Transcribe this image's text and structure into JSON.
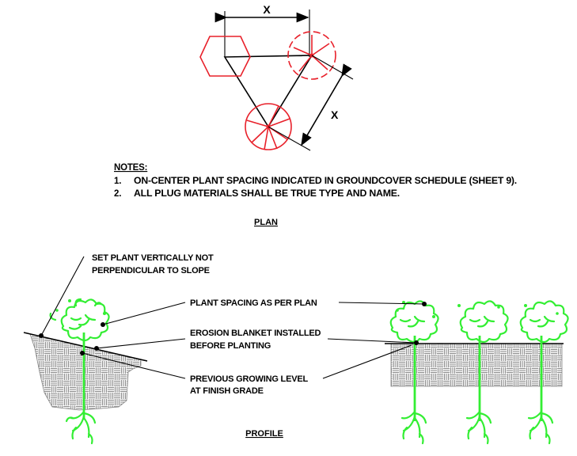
{
  "plan": {
    "dimension_label_top": "X",
    "dimension_label_side": "X",
    "notes_heading": "NOTES:",
    "notes": [
      {
        "num": "1.",
        "text": "ON-CENTER PLANT SPACING INDICATED IN GROUNDCOVER SCHEDULE (SHEET 9)."
      },
      {
        "num": "2.",
        "text": "ALL PLUG MATERIALS SHALL BE TRUE TYPE AND NAME."
      }
    ],
    "title": "PLAN"
  },
  "profile": {
    "callouts": {
      "set_plant_line1": "SET PLANT VERTICALLY NOT",
      "set_plant_line2": "PERPENDICULAR TO SLOPE",
      "spacing": "PLANT SPACING AS PER PLAN",
      "blanket_line1": "EROSION BLANKET INSTALLED",
      "blanket_line2": "BEFORE PLANTING",
      "grade_line1": "PREVIOUS GROWING LEVEL",
      "grade_line2": "AT FINISH GRADE"
    },
    "title": "PROFILE"
  },
  "colors": {
    "plan_symbols": "#e8202a",
    "plants": "#33ee33",
    "linework": "#000000"
  }
}
